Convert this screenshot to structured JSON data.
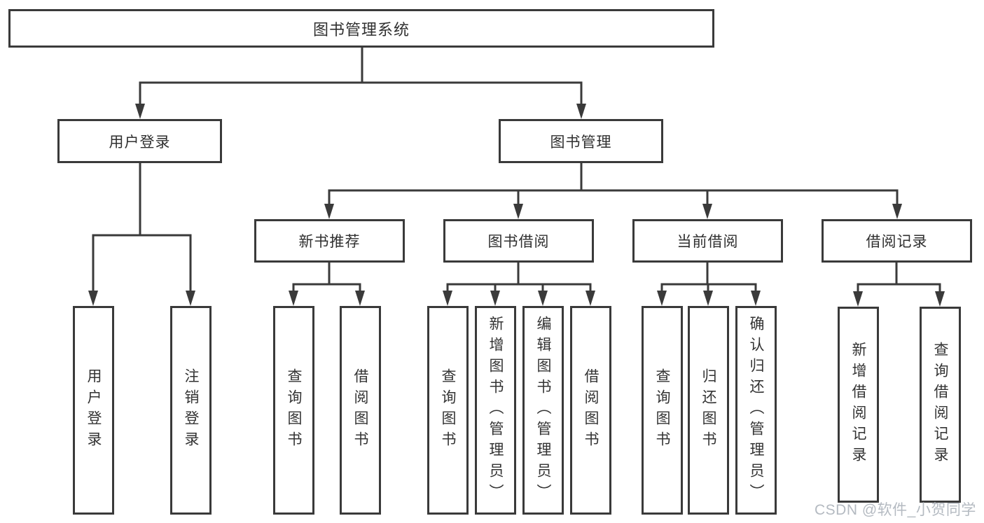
{
  "watermark": "CSDN @软件_小贺同学",
  "colors": {
    "line": "#3a3a3a",
    "text": "#333333",
    "box_bg": "#ffffff",
    "watermark": "#b4bac1"
  },
  "tree": {
    "root": {
      "label": "图书管理系统"
    },
    "level2": [
      {
        "label": "用户登录",
        "children": [
          {
            "label": "用户登录"
          },
          {
            "label": "注销登录"
          }
        ]
      },
      {
        "label": "图书管理",
        "children": [
          {
            "label": "新书推荐",
            "children": [
              {
                "label": "查询图书"
              },
              {
                "label": "借阅图书"
              }
            ]
          },
          {
            "label": "图书借阅",
            "children": [
              {
                "label": "查询图书"
              },
              {
                "label": "新增图书（管理员）"
              },
              {
                "label": "编辑图书（管理员）"
              },
              {
                "label": "借阅图书"
              }
            ]
          },
          {
            "label": "当前借阅",
            "children": [
              {
                "label": "查询图书"
              },
              {
                "label": "归还图书"
              },
              {
                "label": "确认归还（管理员）"
              }
            ]
          },
          {
            "label": "借阅记录",
            "children": [
              {
                "label": "新增借阅记录"
              },
              {
                "label": "查询借阅记录"
              }
            ]
          }
        ]
      }
    ]
  }
}
